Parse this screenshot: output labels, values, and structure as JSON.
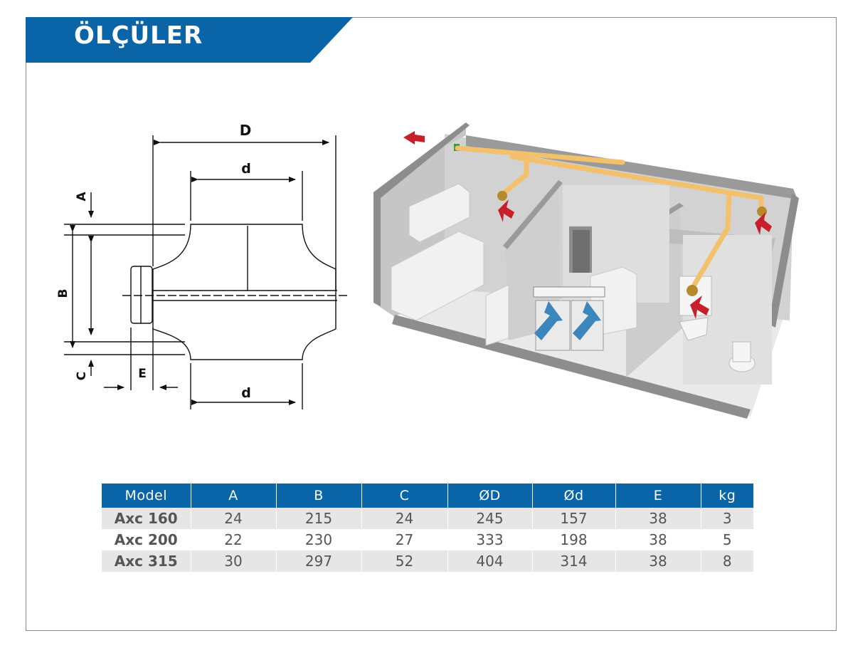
{
  "header": {
    "title": "ÖLÇÜLER"
  },
  "diagram": {
    "labels": {
      "D": "D",
      "d_top": "d",
      "d_bottom": "d",
      "A": "A",
      "B": "B",
      "C": "C",
      "E": "E"
    }
  },
  "table": {
    "columns": [
      "Model",
      "A",
      "B",
      "C",
      "ØD",
      "Ød",
      "E",
      "kg"
    ],
    "rows": [
      [
        "Axc 160",
        "24",
        "215",
        "24",
        "245",
        "157",
        "38",
        "3"
      ],
      [
        "Axc 200",
        "22",
        "230",
        "27",
        "333",
        "198",
        "38",
        "5"
      ],
      [
        "Axc 315",
        "30",
        "297",
        "52",
        "404",
        "314",
        "38",
        "8"
      ]
    ]
  },
  "colors": {
    "brand_blue": "#0a65a8",
    "duct": "#f3c06b",
    "exhaust_arrow": "#c8202a",
    "supply_arrow": "#3c86be"
  }
}
